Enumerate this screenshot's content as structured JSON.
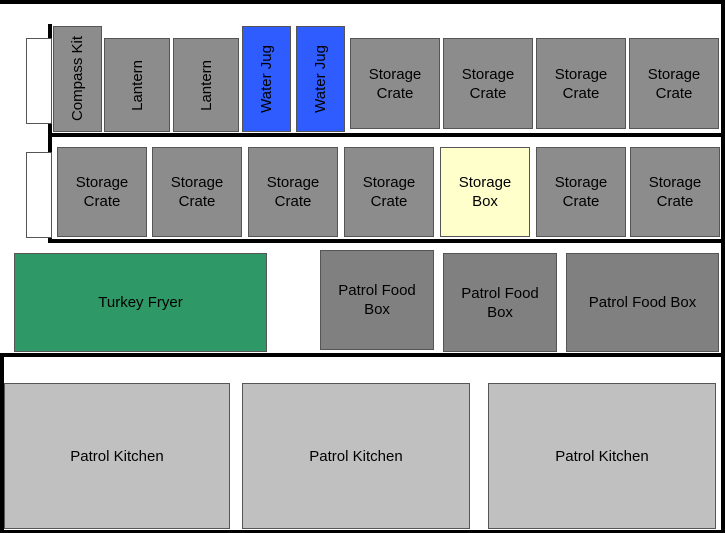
{
  "row1": {
    "compass_kit": "Compass Kit",
    "lantern_1": "Lantern",
    "lantern_2": "Lantern",
    "water_jug_1": "Water Jug",
    "water_jug_2": "Water Jug",
    "crate_1": "Storage Crate",
    "crate_2": "Storage Crate",
    "crate_3": "Storage Crate",
    "crate_4": "Storage Crate"
  },
  "row2": {
    "crate_1": "Storage Crate",
    "crate_2": "Storage Crate",
    "crate_3": "Storage Crate",
    "crate_4": "Storage Crate",
    "storage_box": "Storage Box",
    "crate_5": "Storage Crate",
    "crate_6": "Storage Crate"
  },
  "row3": {
    "turkey_fryer": "Turkey Fryer",
    "food_box_1": "Patrol Food Box",
    "food_box_2": "Patrol Food Box",
    "food_box_3": "Patrol Food Box"
  },
  "row4": {
    "kitchen_1": "Patrol Kitchen",
    "kitchen_2": "Patrol Kitchen",
    "kitchen_3": "Patrol Kitchen"
  },
  "colors": {
    "item_gray": "#8c8c8c",
    "food_box_gray": "#808080",
    "kitchen_gray": "#c0c0c0",
    "water_jug_blue": "#2f5cff",
    "turkey_fryer_green": "#2e9866",
    "storage_box_yellow": "#ffffcc"
  }
}
